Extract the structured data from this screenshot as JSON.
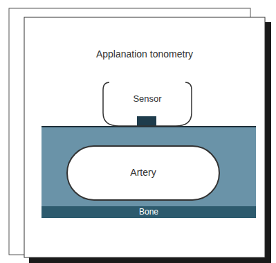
{
  "diagram": {
    "title": "Applanation tonometry",
    "nodes": [
      {
        "text": [
          "Sensor"
        ]
      },
      {
        "text": [
          "Artery"
        ]
      },
      {
        "text": [
          "Bone"
        ]
      }
    ]
  }
}
